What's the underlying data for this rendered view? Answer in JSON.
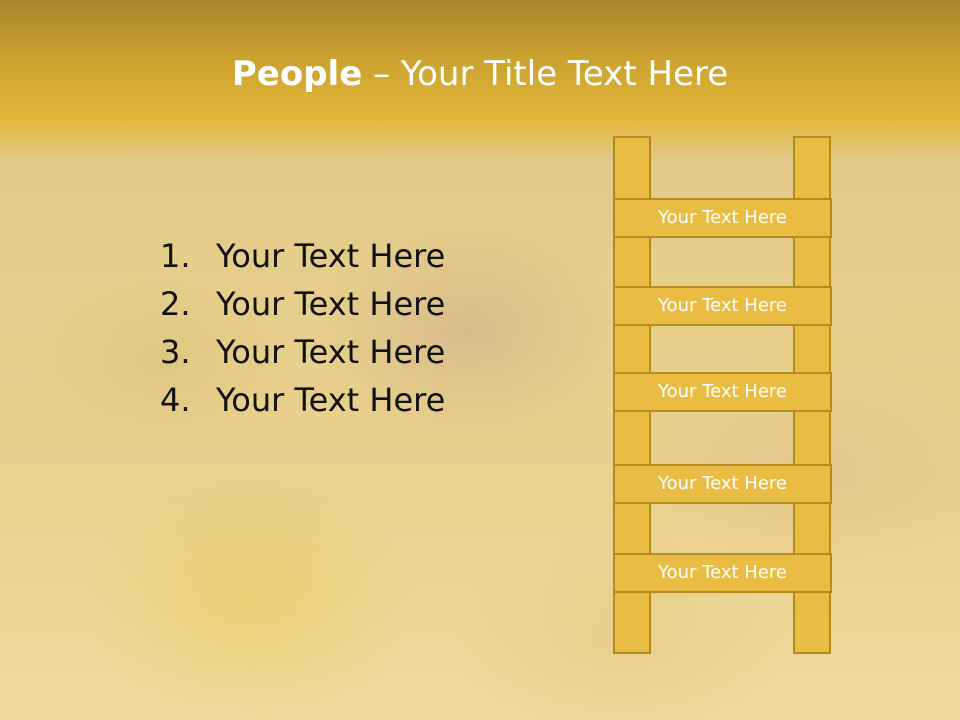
{
  "title": {
    "bold": "People",
    "rest": " – Your Title Text Here"
  },
  "list": [
    {
      "number": "1.",
      "text": "Your Text Here"
    },
    {
      "number": "2.",
      "text": "Your Text Here"
    },
    {
      "number": "3.",
      "text": "Your Text Here"
    },
    {
      "number": "4.",
      "text": "Your Text Here"
    }
  ],
  "ladder": {
    "rungs": [
      "Your Text Here",
      "Your Text Here",
      "Your Text Here",
      "Your Text Here",
      "Your Text Here"
    ]
  },
  "colors": {
    "header": "#c9a12e",
    "ladder_fill": "#e9bd44",
    "ladder_border": "#b58a1e"
  }
}
